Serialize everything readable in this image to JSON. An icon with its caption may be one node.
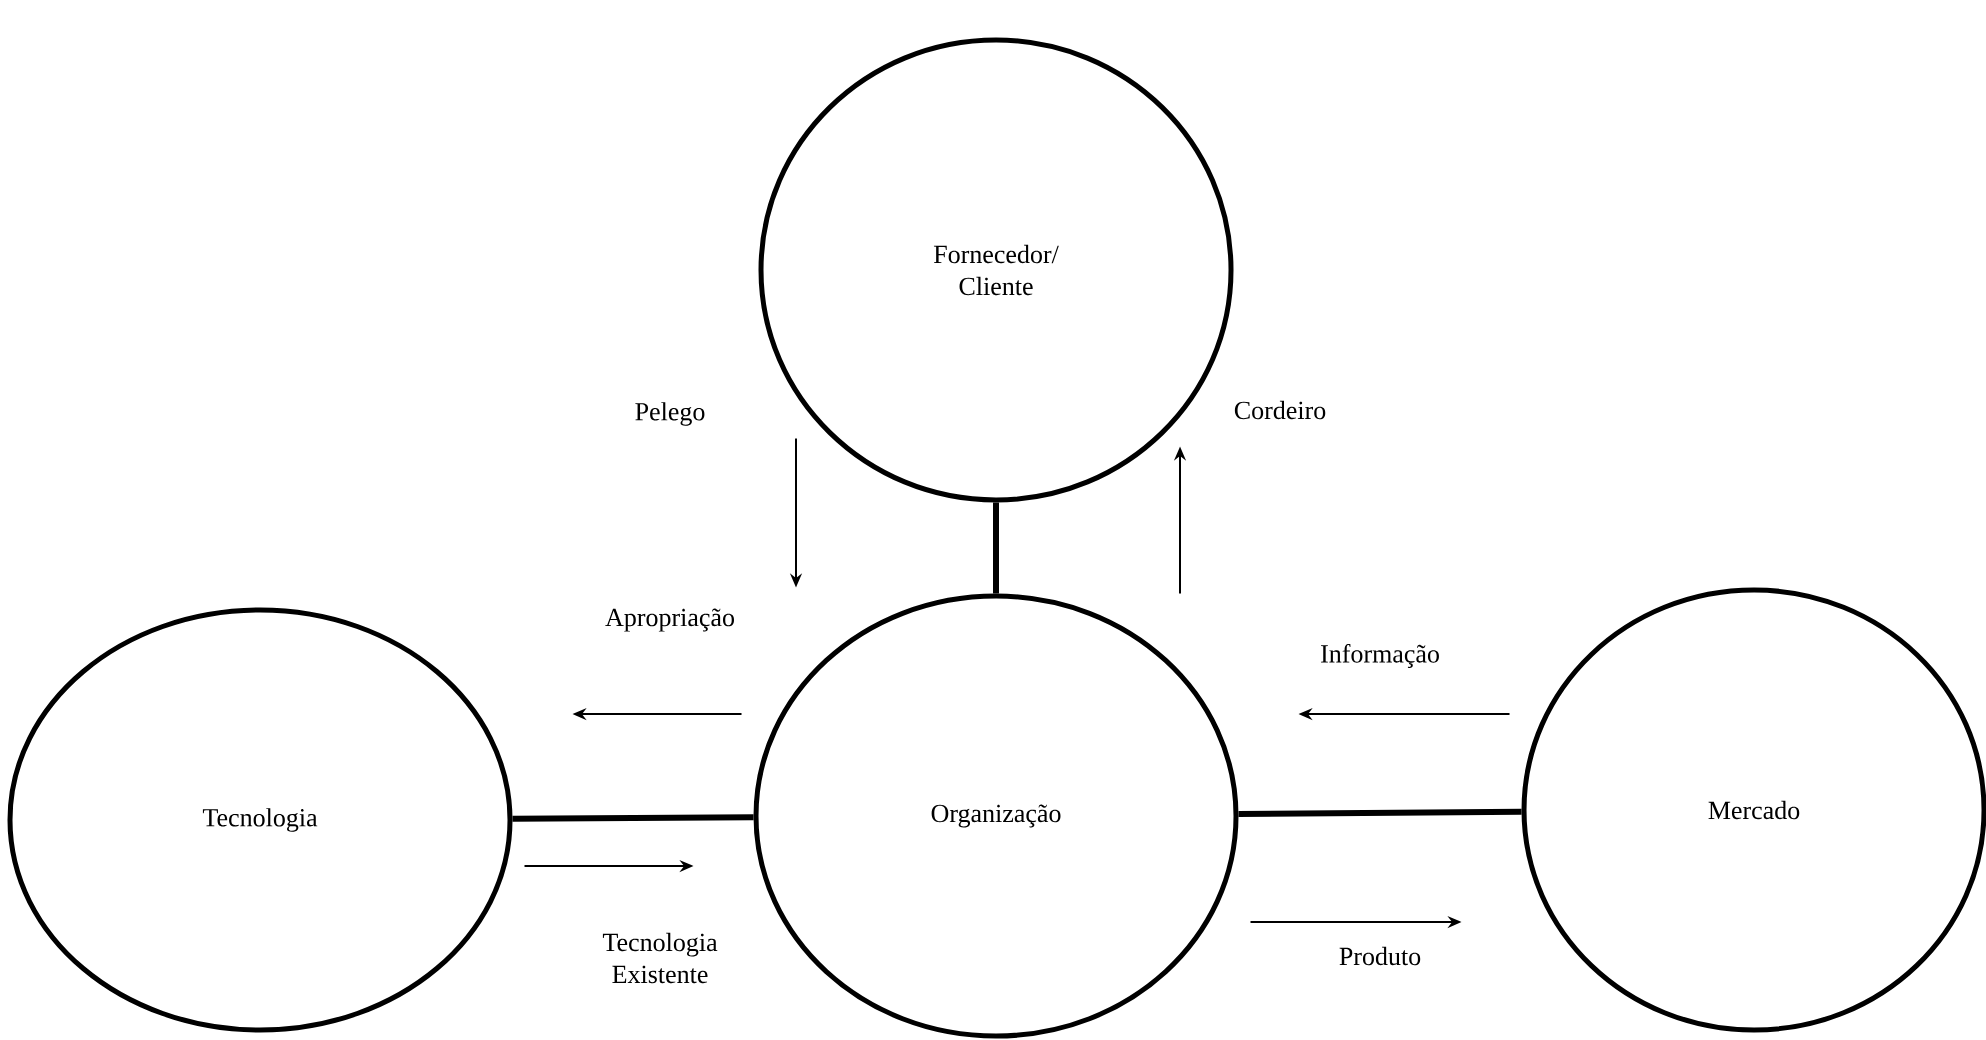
{
  "diagram": {
    "nodes": [
      {
        "text": [
          "Fornecedor/ Cliente"
        ]
      },
      {
        "text": [
          "Tecnologia"
        ]
      },
      {
        "text": [
          "Organização"
        ]
      },
      {
        "text": [
          "Mercado"
        ]
      }
    ],
    "edges": [
      {
        "from": 0,
        "to": 2,
        "arrow": "none",
        "style": "thick"
      },
      {
        "from": 1,
        "to": 2,
        "arrow": "none",
        "style": "thick"
      },
      {
        "from": 2,
        "to": 3,
        "arrow": "none",
        "style": "thick"
      },
      {
        "from": 0,
        "to": 2,
        "arrow": "to",
        "label": "Pelego"
      },
      {
        "from": 2,
        "to": 0,
        "arrow": "to",
        "label": "Cordeiro"
      },
      {
        "from": 2,
        "to": 1,
        "arrow": "to",
        "label": "Apropriação"
      },
      {
        "from": 1,
        "to": 2,
        "arrow": "to",
        "label": "Tecnologia Existente"
      },
      {
        "from": 3,
        "to": 2,
        "arrow": "to",
        "label": "Informação"
      },
      {
        "from": 2,
        "to": 3,
        "arrow": "to",
        "label": "Produto"
      }
    ]
  }
}
